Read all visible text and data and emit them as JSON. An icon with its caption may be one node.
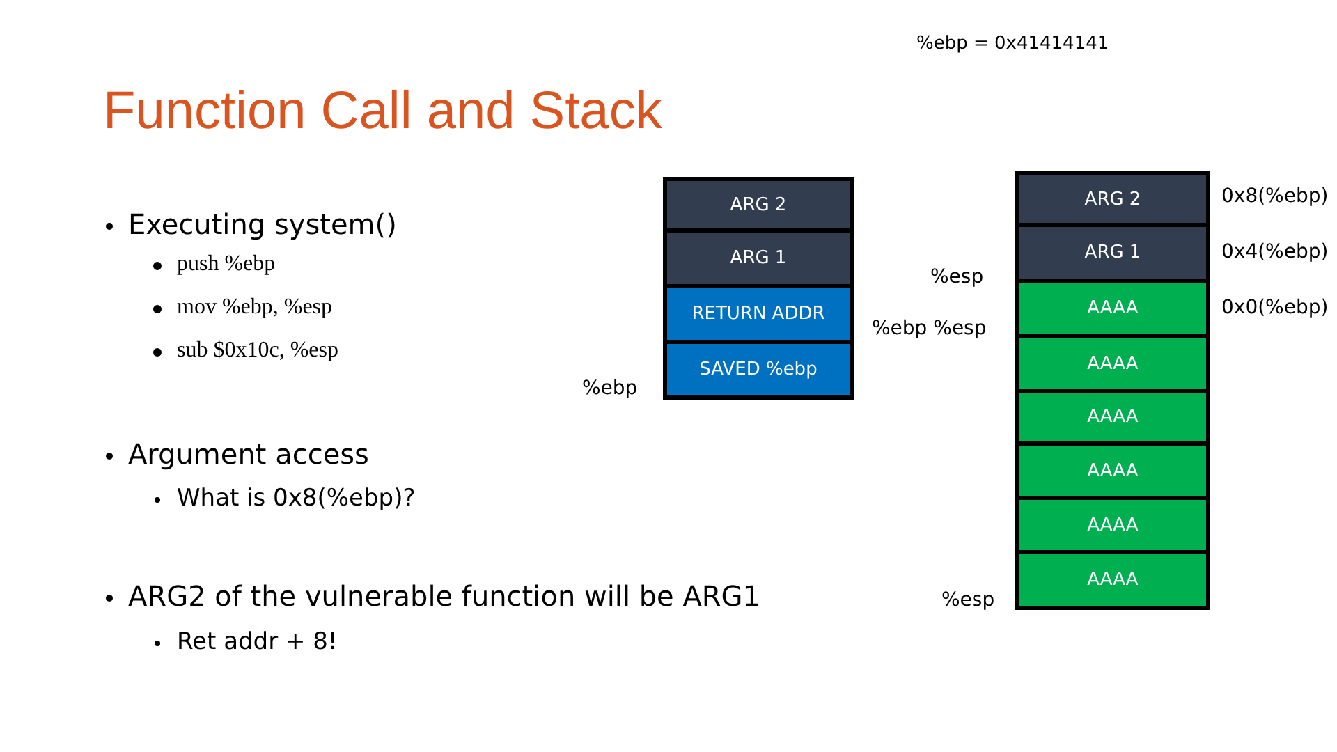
{
  "diagram": {
    "title": "Function Call and Stack",
    "nodes": [
      {
        "text": [
          "ARG 2"
        ]
      },
      {
        "text": [
          "ARG 1"
        ]
      },
      {
        "text": [
          "RETURN ADDR"
        ]
      },
      {
        "text": [
          "SAVED %ebp"
        ]
      },
      {
        "text": [
          "ARG 2"
        ],
        "beside": [
          "0x8(%ebp)"
        ]
      },
      {
        "text": [
          "ARG 1"
        ],
        "beside": [
          "0x4(%ebp)"
        ]
      },
      {
        "text": [
          "AAAA"
        ],
        "beside": [
          "0x0(%ebp)"
        ]
      },
      {
        "text": [
          "AAAA"
        ]
      },
      {
        "text": [
          "AAAA"
        ]
      },
      {
        "text": [
          "AAAA"
        ]
      },
      {
        "text": [
          "AAAA"
        ]
      },
      {
        "text": [
          "AAAA"
        ]
      }
    ],
    "edges": [],
    "labels": [
      "%ebp = 0x41414141",
      "Executing system()",
      "push %ebp",
      "mov %ebp, %esp",
      "sub $0x10c, %esp",
      "%ebp",
      "%esp",
      "%ebp %esp",
      "Argument access",
      "What is 0x8(%ebp)?",
      "ARG2 of the vulnerable function will be ARG1",
      "%esp",
      "Ret addr + 8!"
    ]
  }
}
